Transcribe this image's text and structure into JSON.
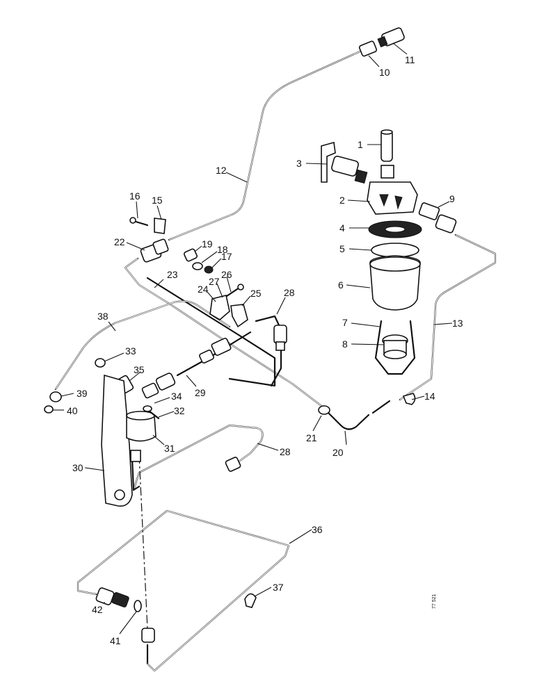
{
  "callouts": [
    {
      "id": "1",
      "label": "1"
    },
    {
      "id": "2",
      "label": "2"
    },
    {
      "id": "3",
      "label": "3"
    },
    {
      "id": "4",
      "label": "4"
    },
    {
      "id": "5",
      "label": "5"
    },
    {
      "id": "6",
      "label": "6"
    },
    {
      "id": "7",
      "label": "7"
    },
    {
      "id": "8",
      "label": "8"
    },
    {
      "id": "9",
      "label": "9"
    },
    {
      "id": "10",
      "label": "10"
    },
    {
      "id": "11",
      "label": "11"
    },
    {
      "id": "12",
      "label": "12"
    },
    {
      "id": "13",
      "label": "13"
    },
    {
      "id": "14",
      "label": "14"
    },
    {
      "id": "15",
      "label": "15"
    },
    {
      "id": "16",
      "label": "16"
    },
    {
      "id": "17",
      "label": "17"
    },
    {
      "id": "18",
      "label": "18"
    },
    {
      "id": "19",
      "label": "19"
    },
    {
      "id": "20",
      "label": "20"
    },
    {
      "id": "21",
      "label": "21"
    },
    {
      "id": "22",
      "label": "22"
    },
    {
      "id": "23",
      "label": "23"
    },
    {
      "id": "24",
      "label": "24"
    },
    {
      "id": "25",
      "label": "25"
    },
    {
      "id": "26",
      "label": "26"
    },
    {
      "id": "27",
      "label": "27"
    },
    {
      "id": "28a",
      "label": "28"
    },
    {
      "id": "28b",
      "label": "28"
    },
    {
      "id": "29",
      "label": "29"
    },
    {
      "id": "30",
      "label": "30"
    },
    {
      "id": "31",
      "label": "31"
    },
    {
      "id": "32",
      "label": "32"
    },
    {
      "id": "33",
      "label": "33"
    },
    {
      "id": "34",
      "label": "34"
    },
    {
      "id": "35",
      "label": "35"
    },
    {
      "id": "36",
      "label": "36"
    },
    {
      "id": "37",
      "label": "37"
    },
    {
      "id": "38",
      "label": "38"
    },
    {
      "id": "39",
      "label": "39"
    },
    {
      "id": "40",
      "label": "40"
    },
    {
      "id": "41",
      "label": "41"
    },
    {
      "id": "42",
      "label": "42"
    }
  ],
  "drawing_reference": "77 521"
}
